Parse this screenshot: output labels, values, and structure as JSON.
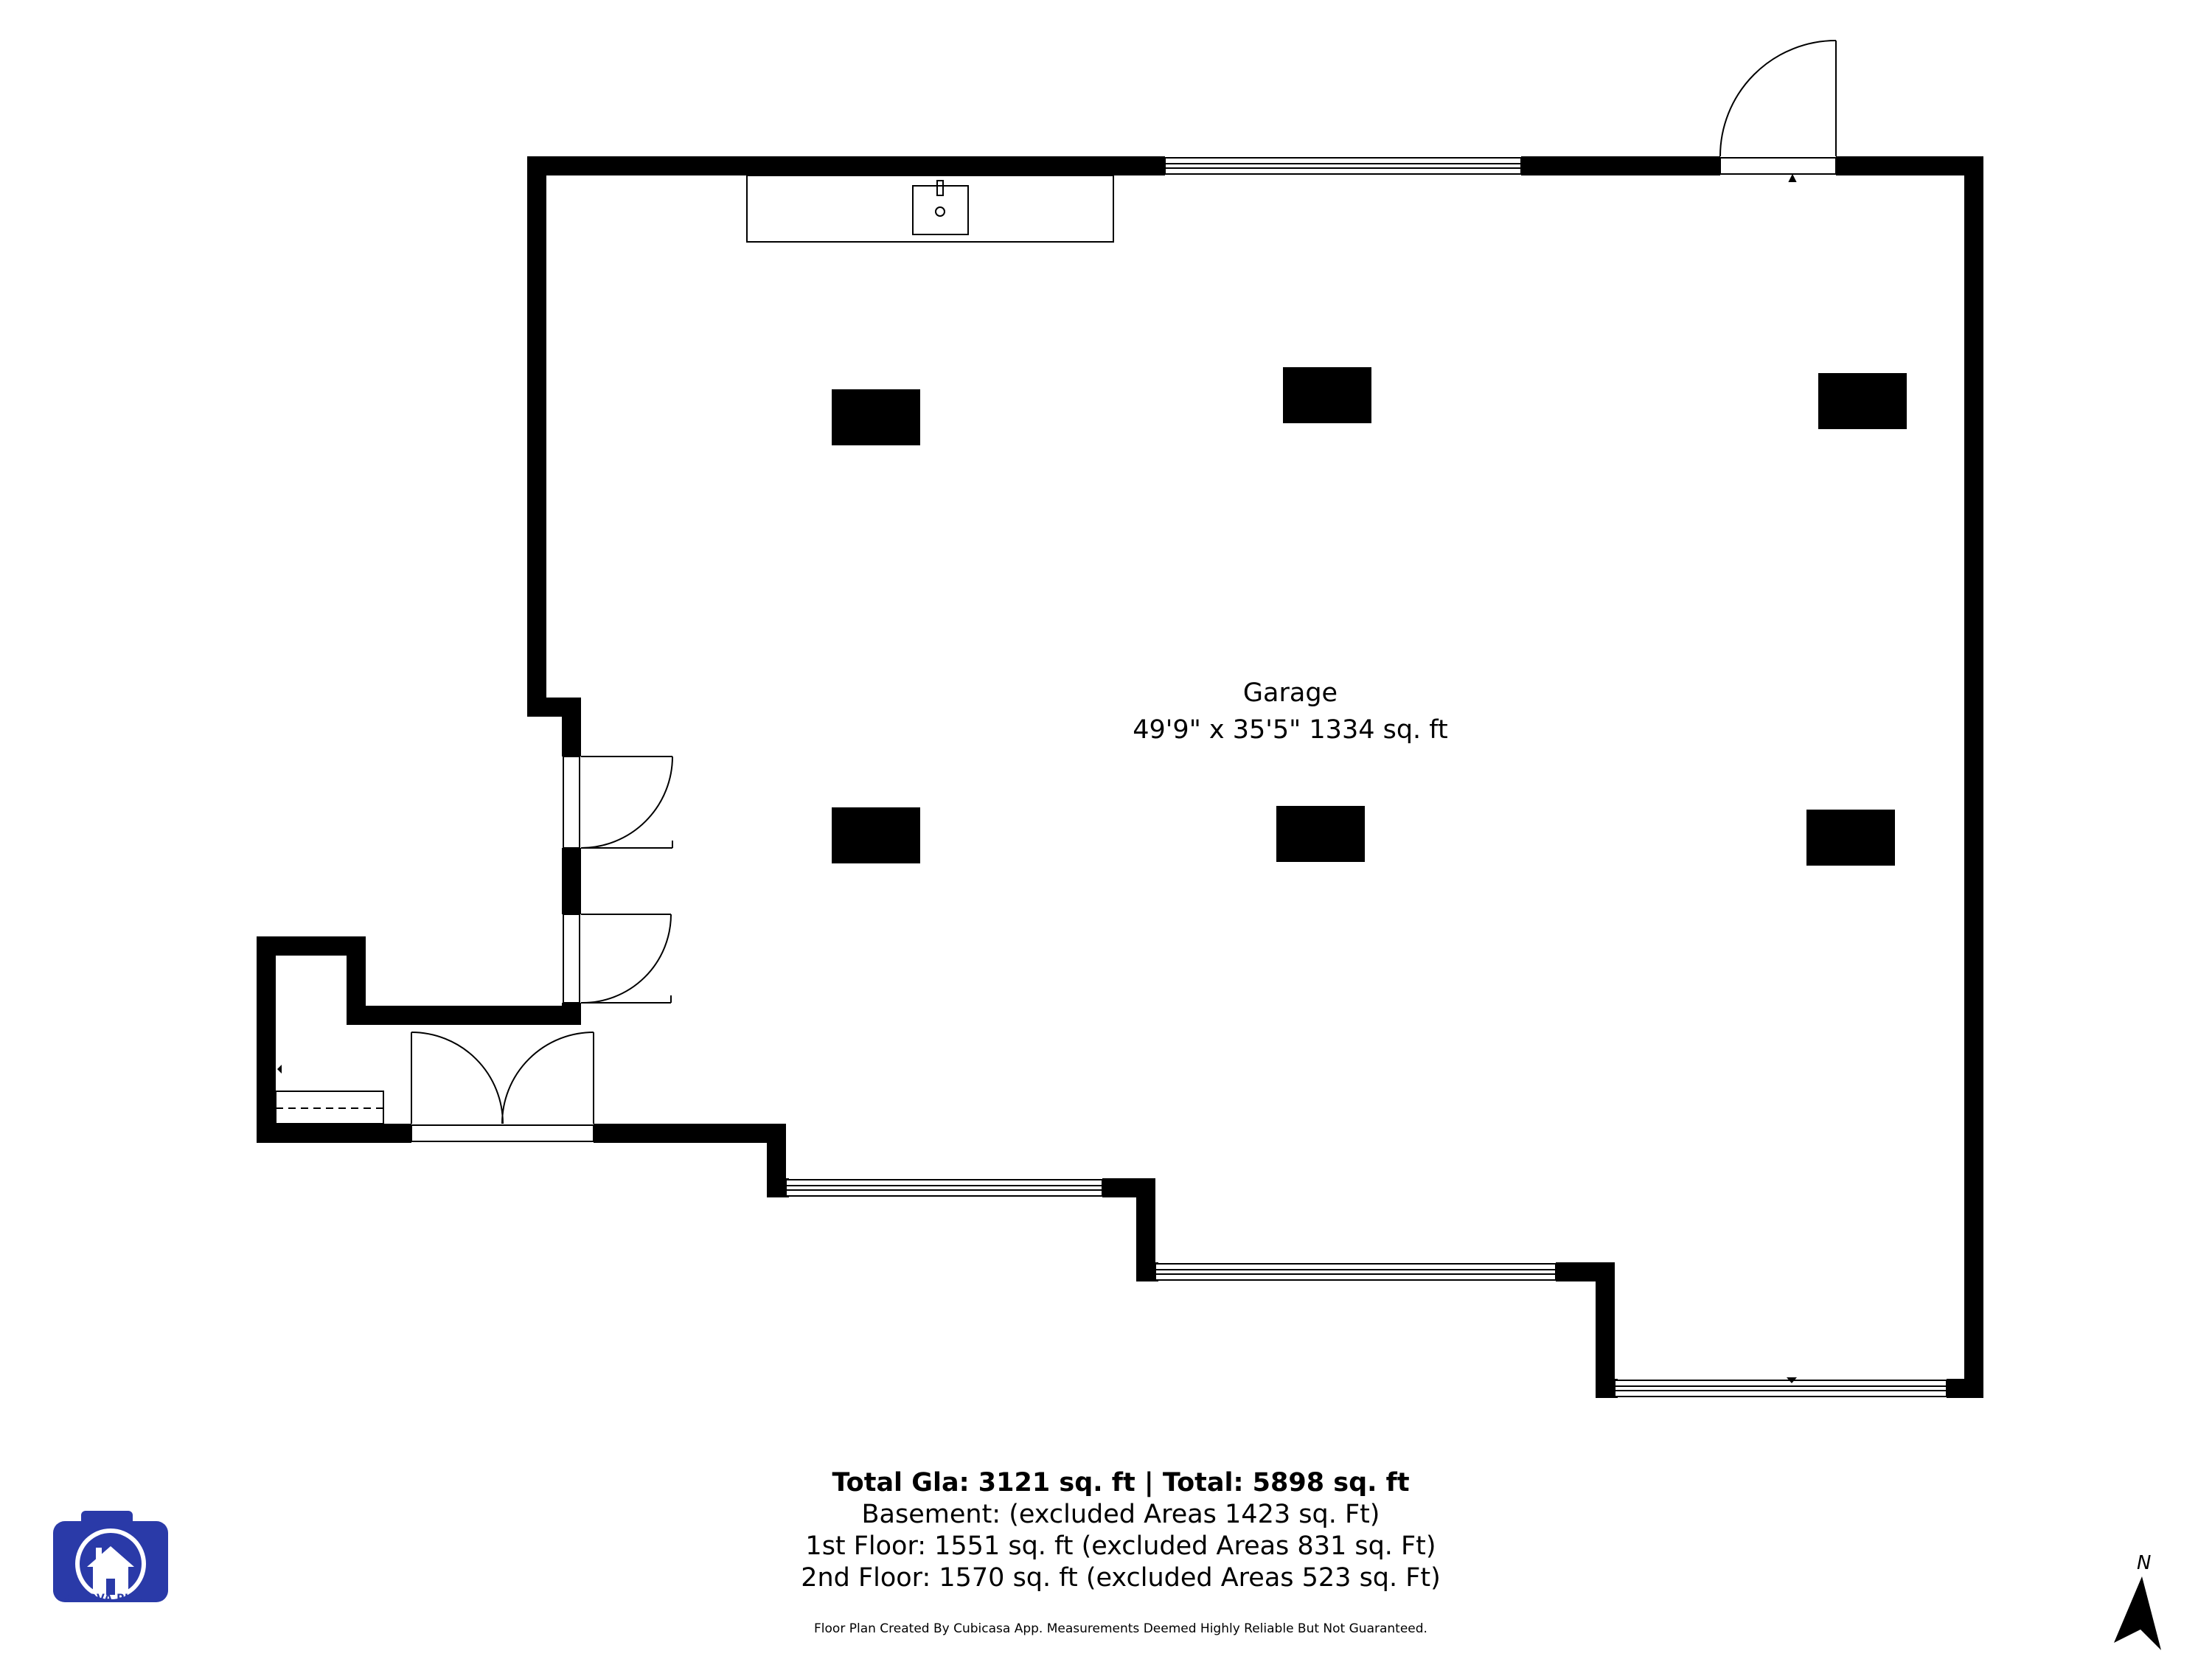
{
  "room": {
    "name": "Garage",
    "dimensions": "49'9\" x 35'5\" 1334 sq. ft"
  },
  "totals": {
    "headline": "Total Gla: 3121 sq. ft | Total: 5898 sq. ft",
    "basement": "Basement: (excluded Areas 1423 sq. Ft)",
    "first_floor": "1st Floor: 1551 sq. ft (excluded Areas 831 sq. Ft)",
    "second_floor": "2nd Floor: 1570 sq. ft (excluded Areas 523 sq. Ft)"
  },
  "disclaimer": "Floor Plan Created By Cubicasa App. Measurements Deemed Highly Reliable But Not Guaranteed.",
  "logo": {
    "text": "KAHOVA PHOTO",
    "icon": "camera-house-icon",
    "color": "#2a3aa8"
  },
  "compass": {
    "label": "N",
    "icon": "north-arrow-icon"
  }
}
